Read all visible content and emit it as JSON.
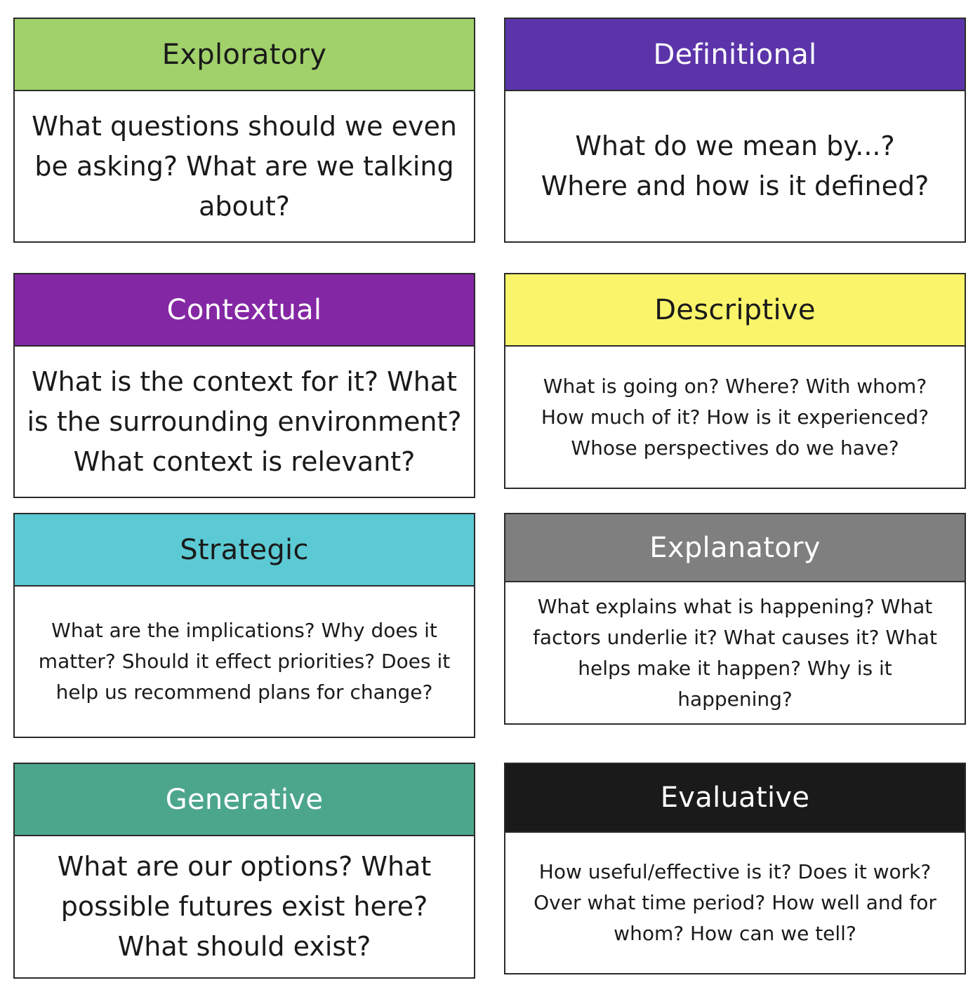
{
  "cards": [
    {
      "title": "Exploratory",
      "text": "What questions should we even be asking? What are we talking about?",
      "header_color": "#a0d16a",
      "title_color": "#1a1a1a"
    },
    {
      "title": "Definitional",
      "text": "What do we mean by...? Where and how is it defined?",
      "header_color": "#5b34aa",
      "title_color": "#ffffff"
    },
    {
      "title": "Contextual",
      "text": "What is the context for it? What is the surrounding environment? What context is relevant?",
      "header_color": "#8427a4",
      "title_color": "#ffffff"
    },
    {
      "title": "Descriptive",
      "text": "What is going on? Where? With whom? How much of it? How is it experienced? Whose perspectives do we have?",
      "header_color": "#f9f46a",
      "title_color": "#1a1a1a"
    },
    {
      "title": "Strategic",
      "text": "What are the implications? Why does it matter? Should it effect priorities? Does it help us recommend plans for change?",
      "header_color": "#5ccad4",
      "title_color": "#1a1a1a"
    },
    {
      "title": "Explanatory",
      "text": "What explains what is happening? What factors underlie it? What causes it? What helps make it happen? Why is it happening?",
      "header_color": "#7f7f7f",
      "title_color": "#ffffff"
    },
    {
      "title": "Generative",
      "text": "What are our options? What possible futures exist here? What should exist?",
      "header_color": "#4ca68b",
      "title_color": "#ffffff"
    },
    {
      "title": "Evaluative",
      "text": "How useful/effective is it? Does it work? Over what time period? How well and for whom? How can we tell?",
      "header_color": "#1a1a1a",
      "title_color": "#ffffff"
    }
  ]
}
